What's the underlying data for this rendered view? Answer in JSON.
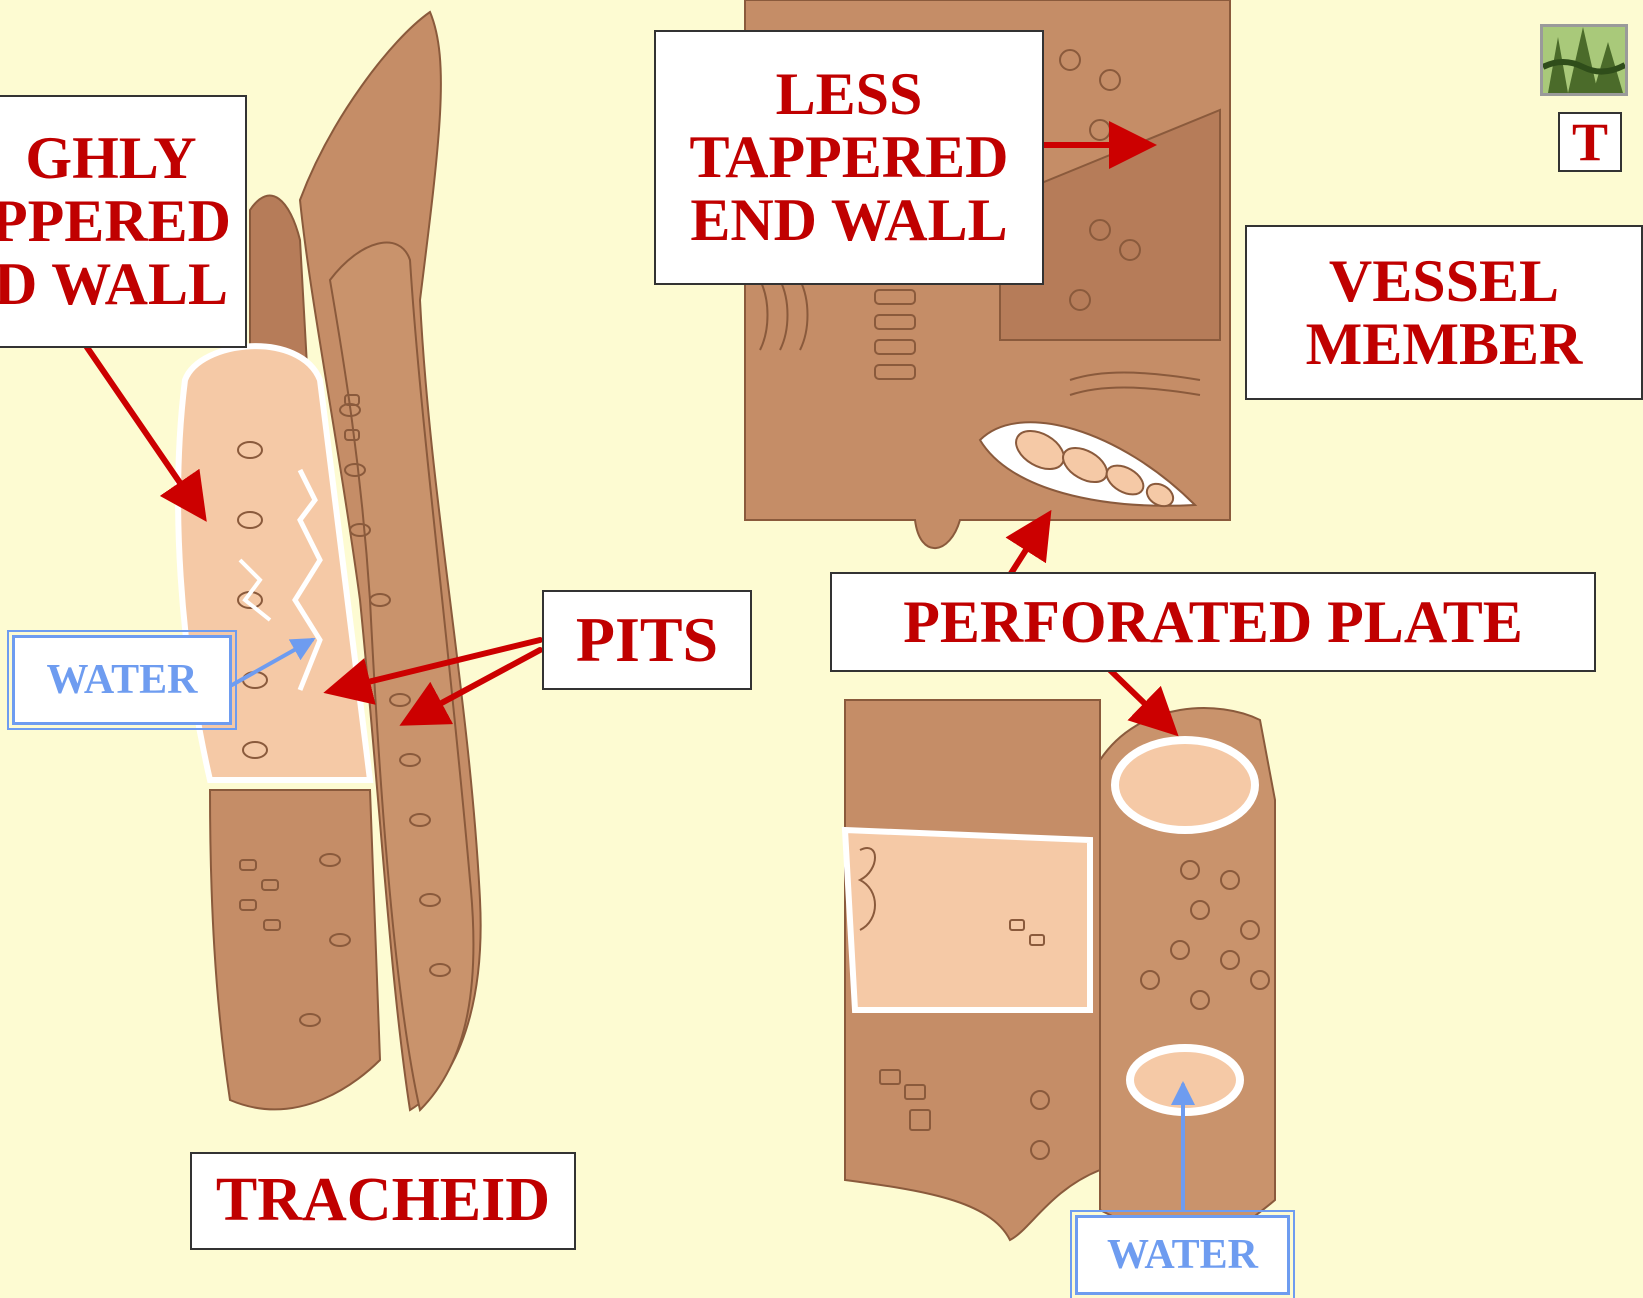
{
  "labels": {
    "highly_tappered": [
      "GHLY",
      "PPERED",
      "D WALL"
    ],
    "less_tappered": [
      "LESS",
      "TAPPERED",
      "END WALL"
    ],
    "vessel_member": [
      "VESSEL",
      "MEMBER"
    ],
    "pits": "PITS",
    "perforated_plate": "PERFORATED PLATE",
    "tracheid": "TRACHEID",
    "water_left": "WATER",
    "water_right": "WATER"
  },
  "nav": {
    "t_button": "T",
    "thumbnail_icon": "forest-thumbnail-icon"
  },
  "colors": {
    "background": "#fdfbd2",
    "cell_wall": "#c58d67",
    "cell_dark": "#a8704f",
    "lumen": "#f5c9a6",
    "label_text": "#c00000",
    "arrow_red": "#cc0000",
    "water_blue": "#6e9cf0"
  }
}
